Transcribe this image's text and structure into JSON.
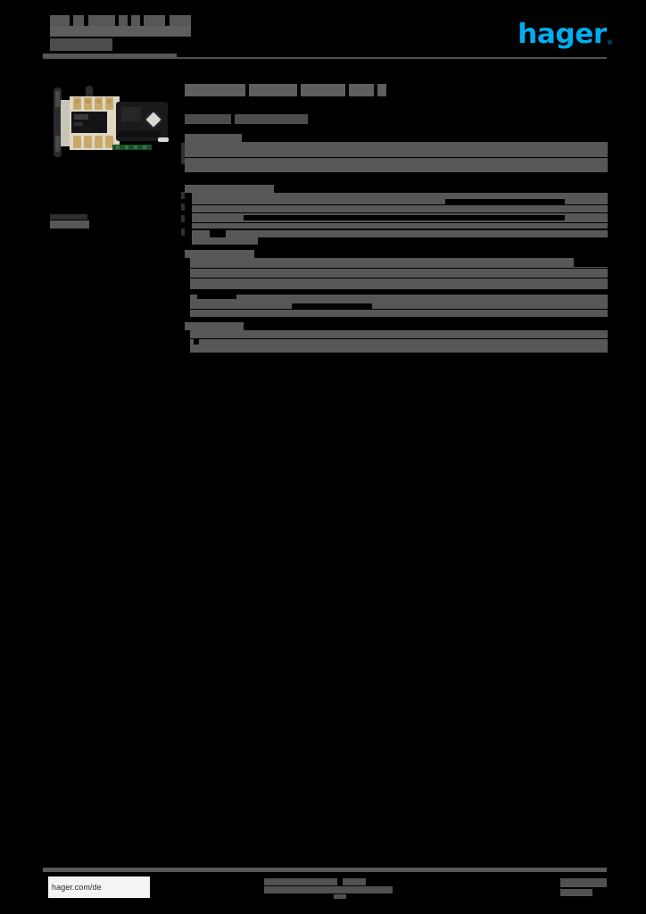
{
  "document": {
    "type": "product-datasheet",
    "brand": "hager",
    "brand_color": "#00AEEF",
    "page_background": "#000000",
    "redaction_color": "#555759",
    "title_redacted": true
  },
  "header": {
    "title_line_1": "",
    "title_line_2": "",
    "title_line_3": "",
    "logo_text": "hager",
    "logo_registered_mark": "®",
    "rule_visible": true
  },
  "left_column": {
    "product_image_alt": "product-photo",
    "caption_label": ""
  },
  "main": {
    "heading": "",
    "subheading": "",
    "sections": [
      {
        "label": "",
        "row_count": 2
      },
      {
        "label": "",
        "row_count": 4
      },
      {
        "label": "",
        "row_count": 3
      },
      {
        "label": "",
        "row_count": 2
      },
      {
        "label": "",
        "row_count": 2
      }
    ]
  },
  "footer": {
    "url": "hager.com/de",
    "center_text": "",
    "right_text": "",
    "page_number": ""
  }
}
